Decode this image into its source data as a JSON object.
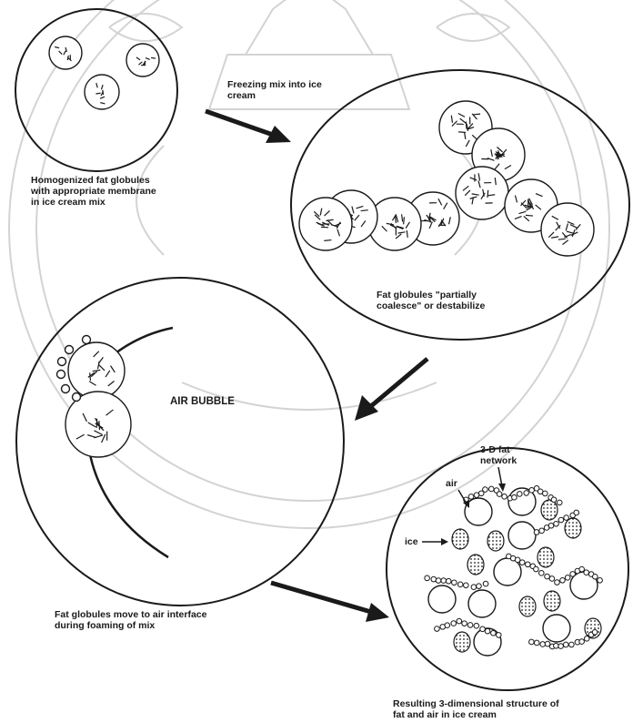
{
  "panels": {
    "homogenized": {
      "caption_lines": [
        "Homogenized fat globules",
        "with appropriate membrane",
        "in ice cream mix"
      ]
    },
    "partial_coalescence": {
      "caption_lines": [
        "Fat globules \"partially",
        "coalesce\" or destabilize"
      ]
    },
    "air_interface": {
      "bubble_label": "AIR BUBBLE",
      "caption_lines": [
        "Fat globules move to air interface",
        "during foaming of mix"
      ]
    },
    "final_structure": {
      "label_network_lines": [
        "3-D fat",
        "network"
      ],
      "label_air": "air",
      "label_ice": "ice",
      "caption_lines": [
        "Resulting 3-dimensional structure of",
        "fat and air in ice cream"
      ]
    }
  },
  "arrows": {
    "freezing_label_lines": [
      "Freezing mix into ice",
      "cream"
    ]
  },
  "colors": {
    "ink": "#1a1a1a",
    "watermark": "#cfcfcf",
    "paper": "#ffffff"
  }
}
